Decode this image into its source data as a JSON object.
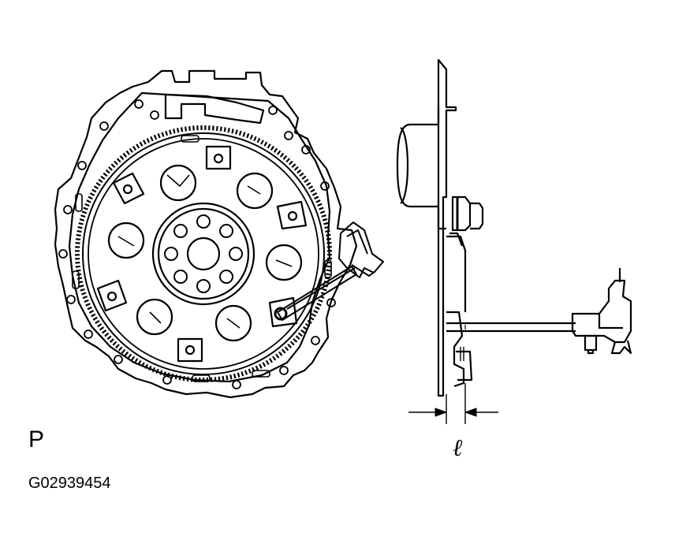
{
  "view_label": "P",
  "figure_code": "G02939454",
  "dimension_symbol": "ℓ",
  "colors": {
    "line": "#000000",
    "background": "#ffffff"
  }
}
